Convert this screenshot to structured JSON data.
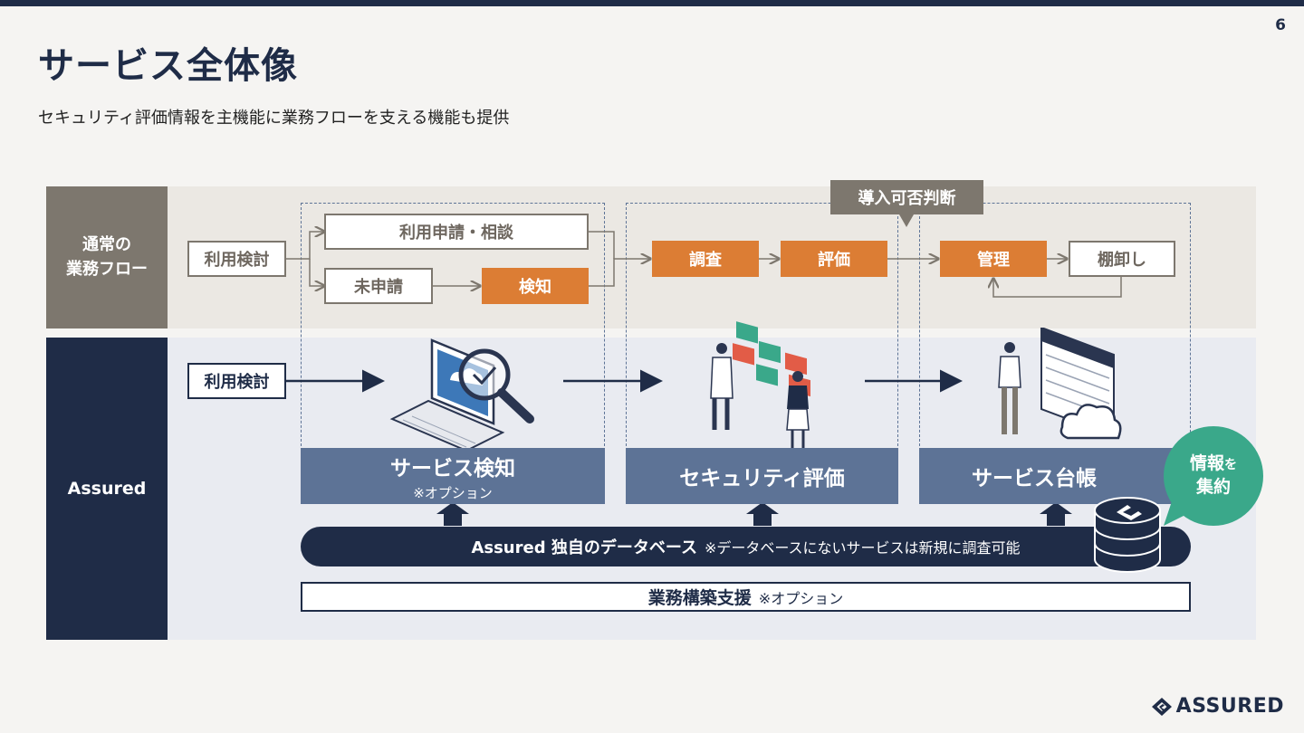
{
  "page_number": "6",
  "title": "サービス全体像",
  "subtitle": "セキュリティ評価情報を主機能に業務フローを支える機能も提供",
  "rows": {
    "normal_label": "通常の\n業務フロー",
    "assured_label": "Assured"
  },
  "normal_flow": {
    "consider": "利用検討",
    "apply": "利用申請・相談",
    "unapplied": "未申請",
    "detect": "検知",
    "survey": "調査",
    "evaluate": "評価",
    "decision": "導入可否判断",
    "manage": "管理",
    "inventory": "棚卸し"
  },
  "assured_flow": {
    "consider": "利用検討",
    "service_detect": "サービス検知",
    "service_detect_note": "※オプション",
    "security_eval": "セキュリティ評価",
    "service_ledger": "サービス台帳",
    "database": "Assured 独自のデータベース",
    "database_note": "※データベースにないサービスは新規に調査可能",
    "support": "業務構築支援",
    "support_note": "※オプション",
    "bubble_line1": "情報",
    "bubble_particle": "を",
    "bubble_line2": "集約"
  },
  "logo": {
    "text": "ASSURED",
    "icon": "assured-logo-icon"
  },
  "colors": {
    "navy": "#1f2c47",
    "orange": "#dc7d34",
    "gray_brown": "#7d776e",
    "slate_blue": "#5d7396",
    "teal": "#3aa88a"
  }
}
